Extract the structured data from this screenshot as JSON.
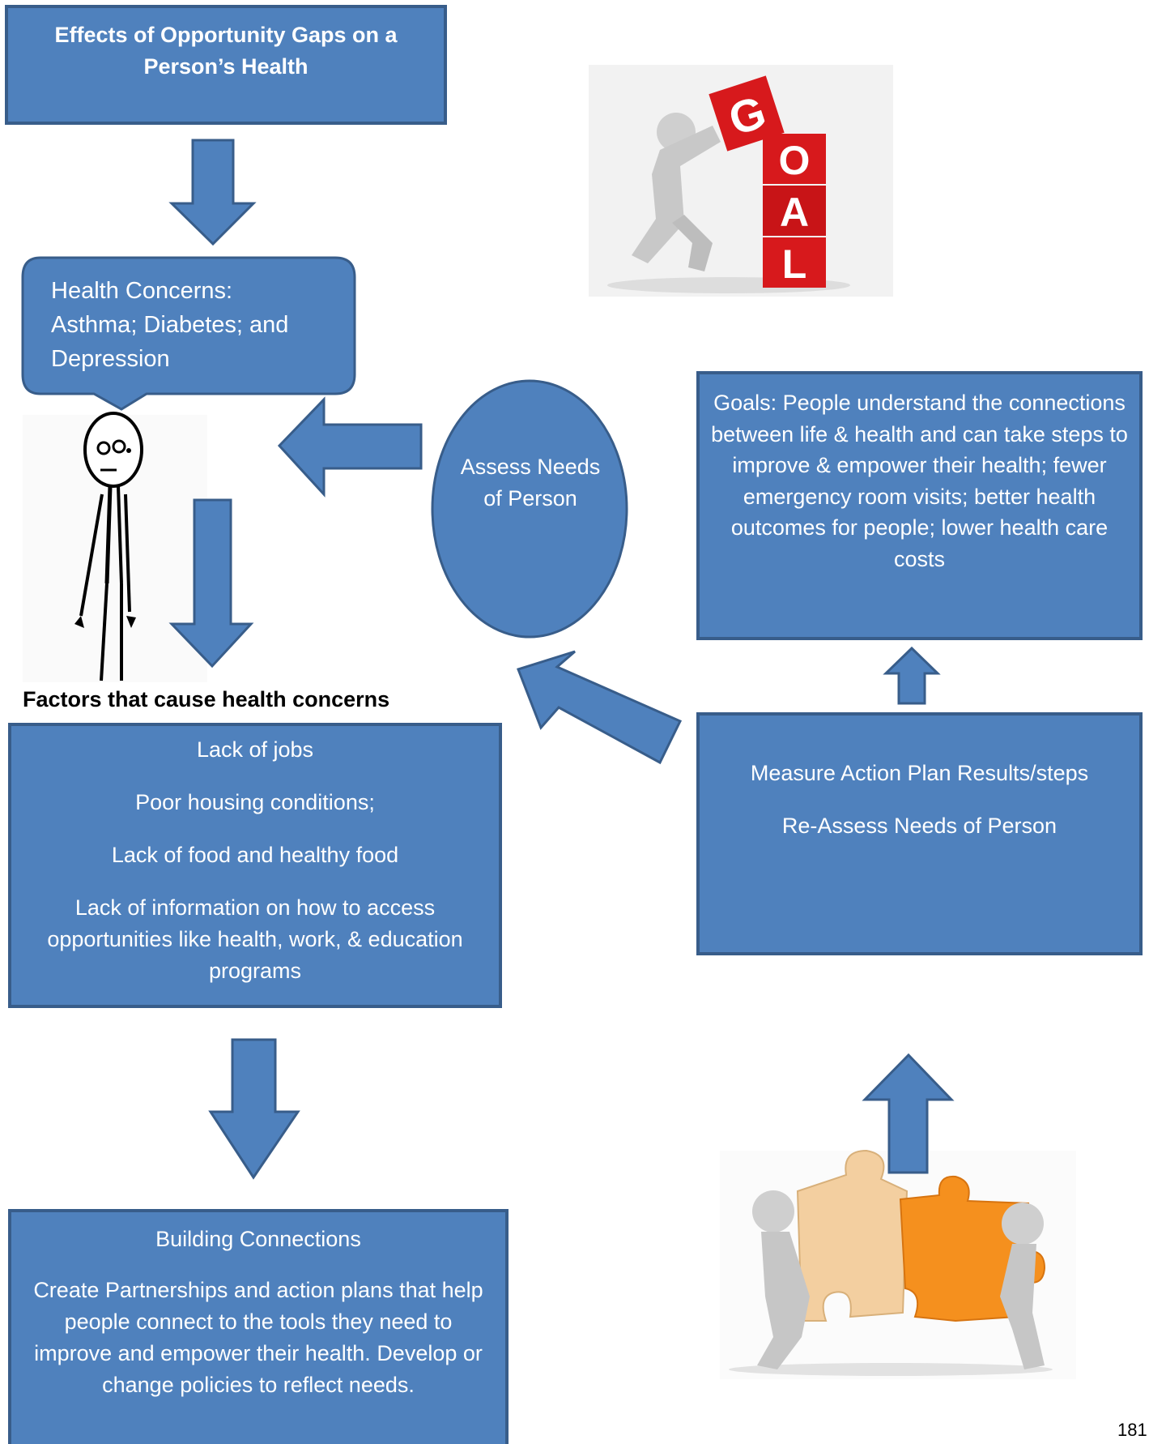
{
  "title": "Effects of Opportunity Gaps on a Person’s Health",
  "health_concerns": [
    "Health Concerns:",
    "Asthma; Diabetes; and",
    "Depression"
  ],
  "factors_heading": "Factors that cause health concerns",
  "factors": [
    "Lack of jobs",
    "Poor housing conditions;",
    "Lack of food and healthy food",
    "Lack of information on how to access opportunities like health, work, & education programs"
  ],
  "building_connections": {
    "heading": "Building Connections",
    "body": "Create Partnerships and action plans that help people connect to the tools they need to improve and empower their health. Develop or change policies to reflect needs."
  },
  "assess": "Assess Needs of Person",
  "goals": "Goals: People understand the connections between life & health and can take steps to improve & empower their health; fewer emergency room visits; better health outcomes for people; lower health care costs",
  "measure": [
    "Measure Action Plan Results/steps",
    "Re-Assess Needs of Person"
  ],
  "goal_image_letters": [
    "G",
    "O",
    "A",
    "L"
  ],
  "page_number": "181",
  "colors": {
    "box_fill": "#4f81bd",
    "box_border": "#385d8a",
    "goal_cube": "#d7191c"
  },
  "icons": [
    "stick-figure-icon",
    "goal-cubes-image",
    "puzzle-people-image"
  ]
}
